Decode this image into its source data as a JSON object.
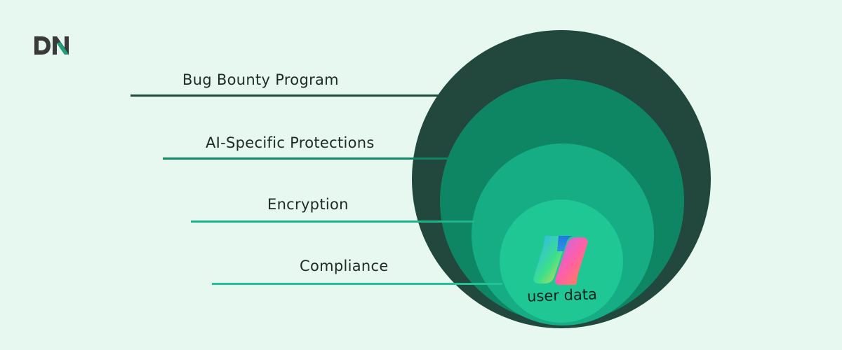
{
  "brand": {
    "logo_text": "DN",
    "logo_color": "#3a3a3a",
    "logo_accent": "#21a17b"
  },
  "background_color": "#e6f8ef",
  "layers": [
    {
      "label": "Bug Bounty Program",
      "ring_color": "#22473c",
      "line_color": "#1f4b3f"
    },
    {
      "label": "AI-Specific Protections",
      "ring_color": "#0f8663",
      "line_color": "#0f8663"
    },
    {
      "label": "Encryption",
      "ring_color": "#16ad84",
      "line_color": "#1cb488"
    },
    {
      "label": "Compliance",
      "ring_color": "#1fc795",
      "line_color": "#23c196"
    }
  ],
  "core": {
    "label": "user data",
    "icon": "copilot-icon"
  }
}
